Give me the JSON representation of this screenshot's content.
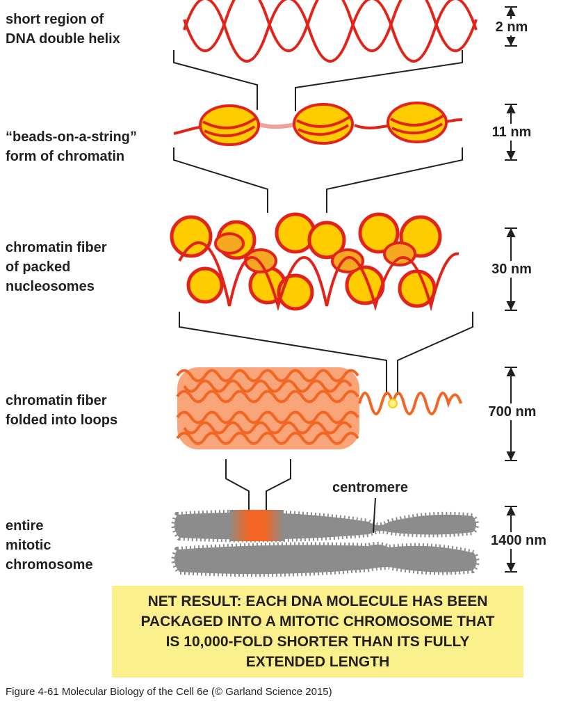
{
  "stages": [
    {
      "label": "short region of\nDNA double helix",
      "scale": "2 nm"
    },
    {
      "label": "“beads-on-a-string”\nform of chromatin",
      "scale": "11 nm"
    },
    {
      "label": "chromatin fiber\nof packed\nnucleosomes",
      "scale": "30 nm"
    },
    {
      "label": "chromatin fiber\nfolded into loops",
      "scale": "700 nm"
    },
    {
      "label": "entire\nmitotic\nchromosome",
      "scale": "1400 nm"
    }
  ],
  "centromere_label": "centromere",
  "net_result": "NET RESULT: EACH DNA MOLECULE HAS BEEN\nPACKAGED INTO A MITOTIC CHROMOSOME THAT\nIS 10,000-FOLD SHORTER THAN ITS FULLY\nEXTENDED LENGTH",
  "caption": "Figure 4-61  Molecular Biology of the Cell 6e (© Garland Science 2015)",
  "colors": {
    "dna_red": "#e2231a",
    "nucleosome_yellow": "#ffcc00",
    "nucleosome_orange": "#f7a823",
    "loop_orange": "#f26522",
    "chromosome_gray": "#8c8c8c",
    "highlight_box": "#fbf08c"
  }
}
